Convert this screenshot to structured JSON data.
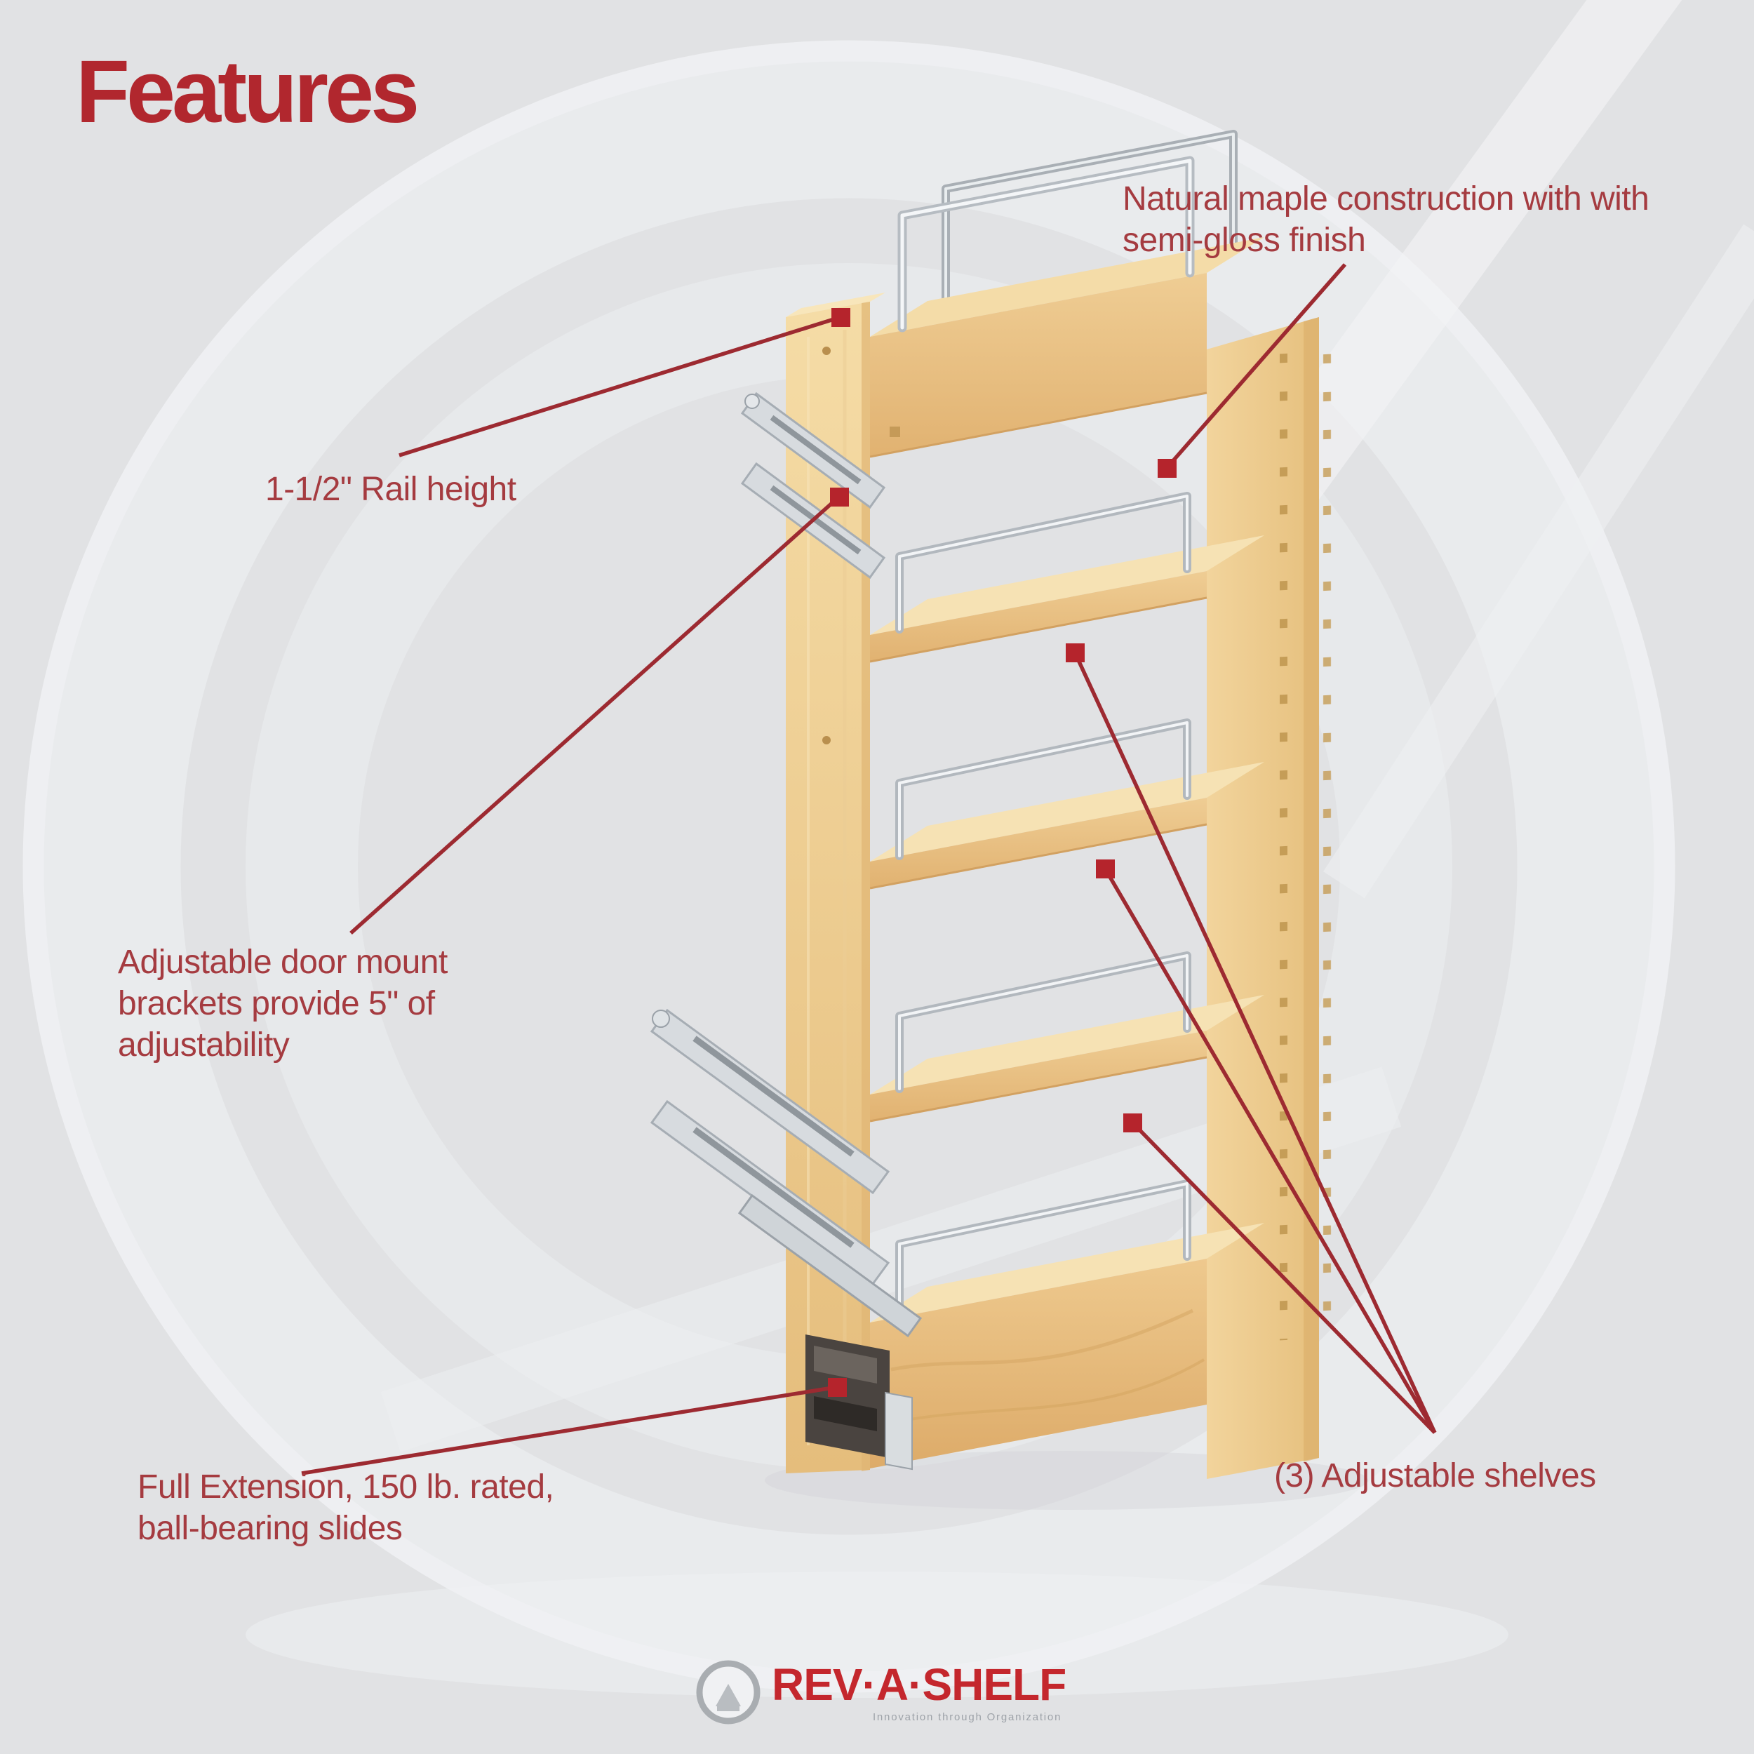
{
  "title": "Features",
  "callouts": {
    "natural_maple": {
      "lines": [
        "Natural maple construction with with",
        "semi-gloss finish"
      ]
    },
    "rail_height": {
      "lines": [
        "1-1/2\" Rail height"
      ]
    },
    "door_mount": {
      "lines": [
        "Adjustable door mount",
        "brackets provide 5\" of",
        "adjustability"
      ]
    },
    "full_extension": {
      "lines": [
        "Full Extension, 150 lb. rated,",
        "ball-bearing slides"
      ]
    },
    "adjustable_shelves": {
      "lines": [
        "(3) Adjustable shelves"
      ]
    }
  },
  "logo": {
    "wordmark": "REV·A·SHELF",
    "tagline": "Innovation through Organization"
  },
  "colors": {
    "background": "#e1e2e4",
    "title_red": "#b1272e",
    "label_red": "#a53b40",
    "line_red": "#9d2a31",
    "marker_red": "#b5242c",
    "wood_light": "#f5dca6",
    "wood_mid": "#e9c285",
    "wood_dark": "#d2a161",
    "chrome": "#b6bcc2",
    "logo_red": "#c4272d"
  }
}
